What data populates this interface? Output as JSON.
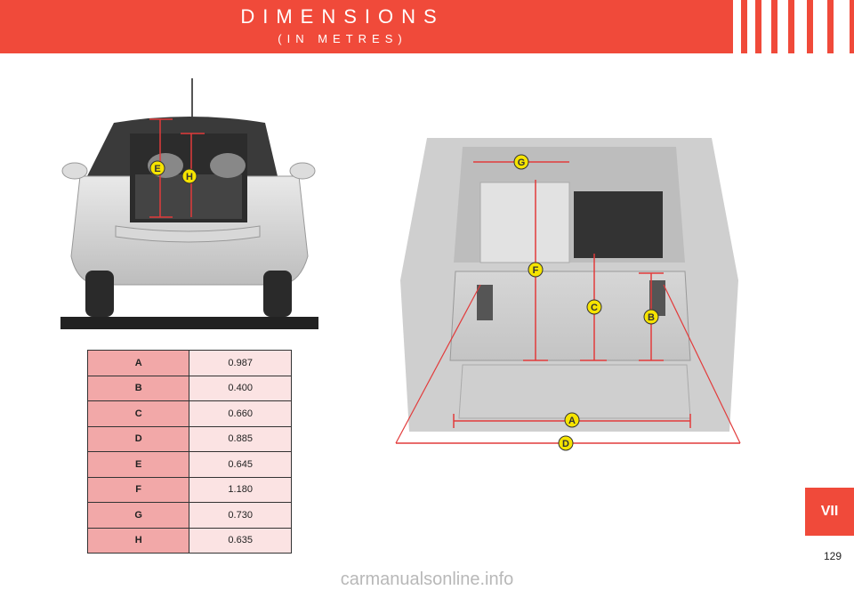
{
  "header": {
    "title": "DIMENSIONS",
    "subtitle": "(IN METRES)"
  },
  "table": {
    "rows": [
      {
        "key": "A",
        "value": "0.987"
      },
      {
        "key": "B",
        "value": "0.400"
      },
      {
        "key": "C",
        "value": "0.660"
      },
      {
        "key": "D",
        "value": "0.885"
      },
      {
        "key": "E",
        "value": "0.645"
      },
      {
        "key": "F",
        "value": "1.180"
      },
      {
        "key": "G",
        "value": "0.730"
      },
      {
        "key": "H",
        "value": "0.635"
      }
    ]
  },
  "rear_view": {
    "labels": [
      "E",
      "H"
    ]
  },
  "cargo_view": {
    "labels": [
      "G",
      "F",
      "C",
      "B",
      "A",
      "D"
    ]
  },
  "chapter": "VII",
  "page_number": "129",
  "watermark": "carmanualsonline.info",
  "colors": {
    "accent": "#f04a3a",
    "badge": "#f6e400",
    "key_cell": "#f2a8a8",
    "value_cell": "#fbe3e3"
  }
}
